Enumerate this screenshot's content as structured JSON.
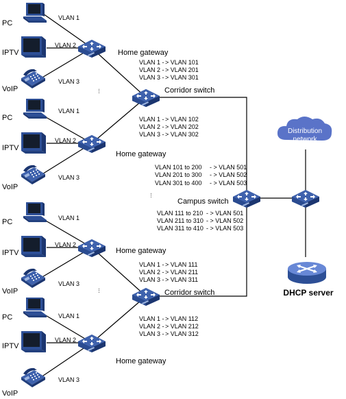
{
  "colors": {
    "switch_top": "#3c5ea8",
    "switch_side": "#22407e",
    "device_body": "#2d4f96",
    "screen": "#151f2e",
    "cloud": "#5a73c8",
    "server": "#5d7ed0",
    "line": "#000000"
  },
  "icons": {
    "switch": "switch-icon",
    "pc": "pc-icon",
    "tv": "tv-icon",
    "phone": "phone-icon",
    "cloud": "cloud-icon",
    "router": "router-icon"
  },
  "device_labels": {
    "pc": "PC",
    "iptv": "IPTV",
    "voip": "VoIP"
  },
  "vlan_access": {
    "v1": "VLAN 1",
    "v2": "VLAN 2",
    "v3": "VLAN 3"
  },
  "labels": {
    "home_gateway": "Home gateway",
    "corridor_switch": "Corridor switch",
    "campus_switch": "Campus switch",
    "distribution_line1": "Distribution",
    "distribution_line2": "network",
    "dhcp_server": "DHCP server",
    "ellipsis": "..."
  },
  "corridor_maps": [
    {
      "rows": [
        {
          "from": "VLAN 1 -",
          "to": "> VLAN 101"
        },
        {
          "from": "VLAN 2 -",
          "to": "> VLAN 201"
        },
        {
          "from": "VLAN 3 -",
          "to": "> VLAN 301"
        }
      ]
    },
    {
      "rows": [
        {
          "from": "VLAN 1 -",
          "to": "> VLAN 102"
        },
        {
          "from": "VLAN 2 -",
          "to": "> VLAN 202"
        },
        {
          "from": "VLAN 3 -",
          "to": "> VLAN 302"
        }
      ]
    },
    {
      "rows": [
        {
          "from": "VLAN 1 -",
          "to": "> VLAN 111"
        },
        {
          "from": "VLAN 2 -",
          "to": "> VLAN 211"
        },
        {
          "from": "VLAN 3 -",
          "to": "> VLAN 311"
        }
      ]
    },
    {
      "rows": [
        {
          "from": "VLAN 1 -",
          "to": "> VLAN 112"
        },
        {
          "from": "VLAN 2 -",
          "to": "> VLAN 212"
        },
        {
          "from": "VLAN 3 -",
          "to": "> VLAN 312"
        }
      ]
    }
  ],
  "campus_maps": [
    {
      "rows": [
        {
          "from": "VLAN 101 to 200",
          "to": "- > VLAN 501"
        },
        {
          "from": "VLAN 201 to 300",
          "to": "- > VLAN 502"
        },
        {
          "from": "VLAN 301 to 400",
          "to": "- > VLAN 503"
        }
      ]
    },
    {
      "rows": [
        {
          "from": "VLAN 111 to 210",
          "to": "- > VLAN 501"
        },
        {
          "from": "VLAN 211 to 310",
          "to": "- > VLAN 502"
        },
        {
          "from": "VLAN 311 to 410",
          "to": "- > VLAN 503"
        }
      ]
    }
  ]
}
